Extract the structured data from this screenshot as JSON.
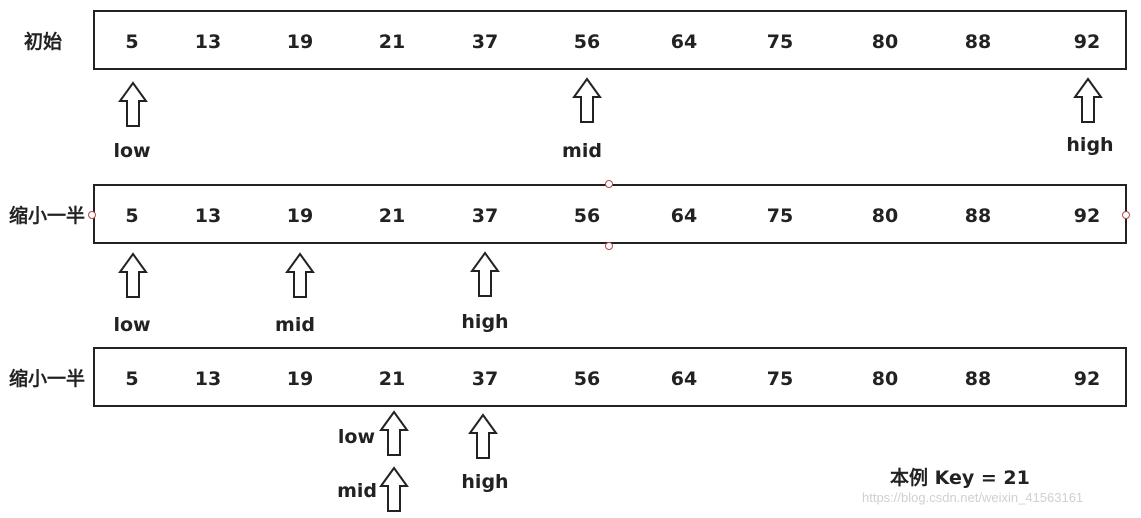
{
  "rows": [
    {
      "label": "初始",
      "values": [
        "5",
        "13",
        "19",
        "21",
        "37",
        "56",
        "64",
        "75",
        "80",
        "88",
        "92"
      ]
    },
    {
      "label": "缩小一半",
      "values": [
        "5",
        "13",
        "19",
        "21",
        "37",
        "56",
        "64",
        "75",
        "80",
        "88",
        "92"
      ]
    },
    {
      "label": "缩小一半",
      "values": [
        "5",
        "13",
        "19",
        "21",
        "37",
        "56",
        "64",
        "75",
        "80",
        "88",
        "92"
      ]
    }
  ],
  "pointers": {
    "row1": {
      "low": "low",
      "mid": "mid",
      "high": "high"
    },
    "row2": {
      "low": "low",
      "mid": "mid",
      "high": "high"
    },
    "row3": {
      "low": "low",
      "mid": "mid",
      "high": "high"
    }
  },
  "note": "本例 Key = 21",
  "watermark": "https://blog.csdn.net/weixin_41563161"
}
